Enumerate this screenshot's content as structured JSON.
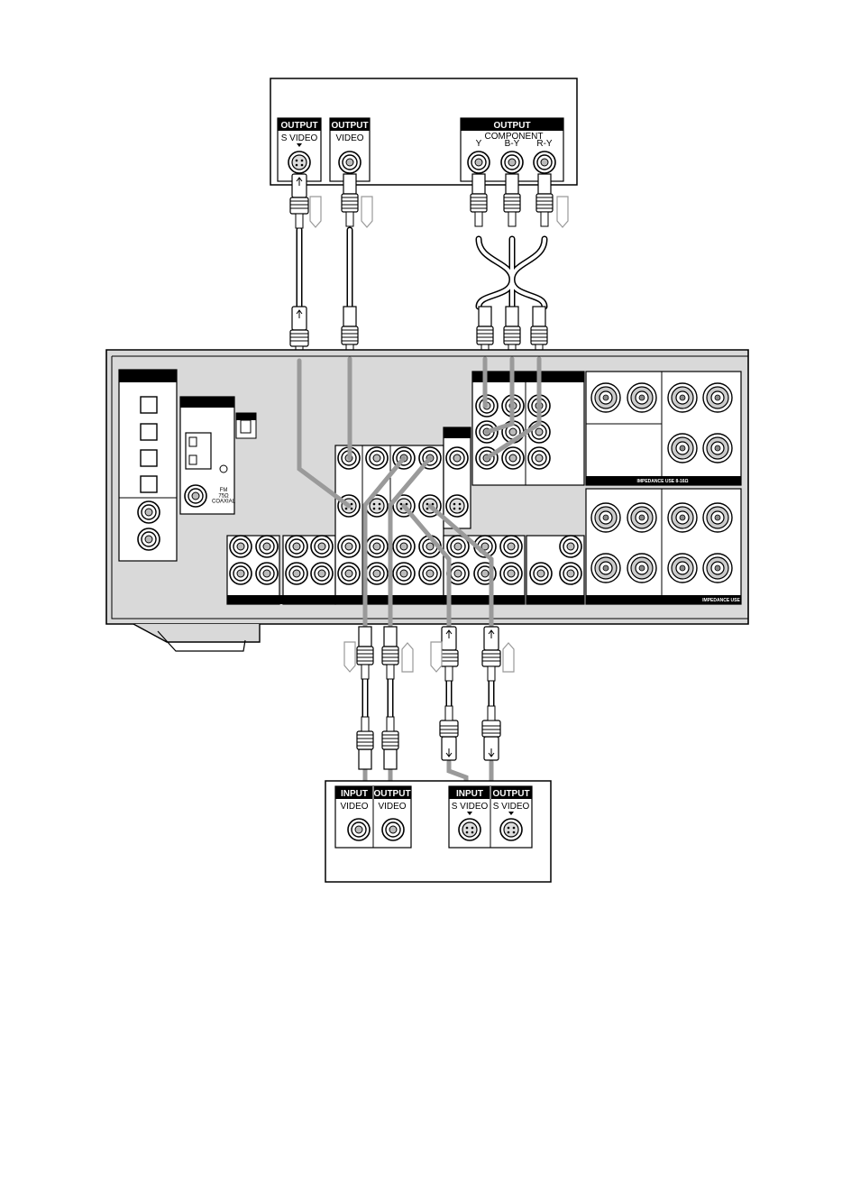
{
  "source_device": {
    "svideo_output": {
      "header": "OUTPUT",
      "label": "S VIDEO"
    },
    "video_output": {
      "header": "OUTPUT",
      "label": "VIDEO"
    },
    "component_output": {
      "header": "OUTPUT",
      "group": "COMPONENT",
      "y": "Y",
      "by": "B-Y",
      "ry": "R-Y"
    }
  },
  "receiver": {
    "fm_label": "FM\n75Ω\nCOAXIAL",
    "impedance_top": "IMPEDANCE USE 8-16Ω",
    "impedance_bottom": "IMPEDANCE USE"
  },
  "recorder_device": {
    "video_input": {
      "header": "INPUT",
      "label": "VIDEO"
    },
    "video_output": {
      "header": "OUTPUT",
      "label": "VIDEO"
    },
    "svideo_input": {
      "header": "INPUT",
      "label": "S VIDEO"
    },
    "svideo_output": {
      "header": "OUTPUT",
      "label": "S VIDEO"
    }
  },
  "colors": {
    "cable": "#9a9a9a",
    "panel": "#d9d9d9",
    "line": "#000000"
  }
}
